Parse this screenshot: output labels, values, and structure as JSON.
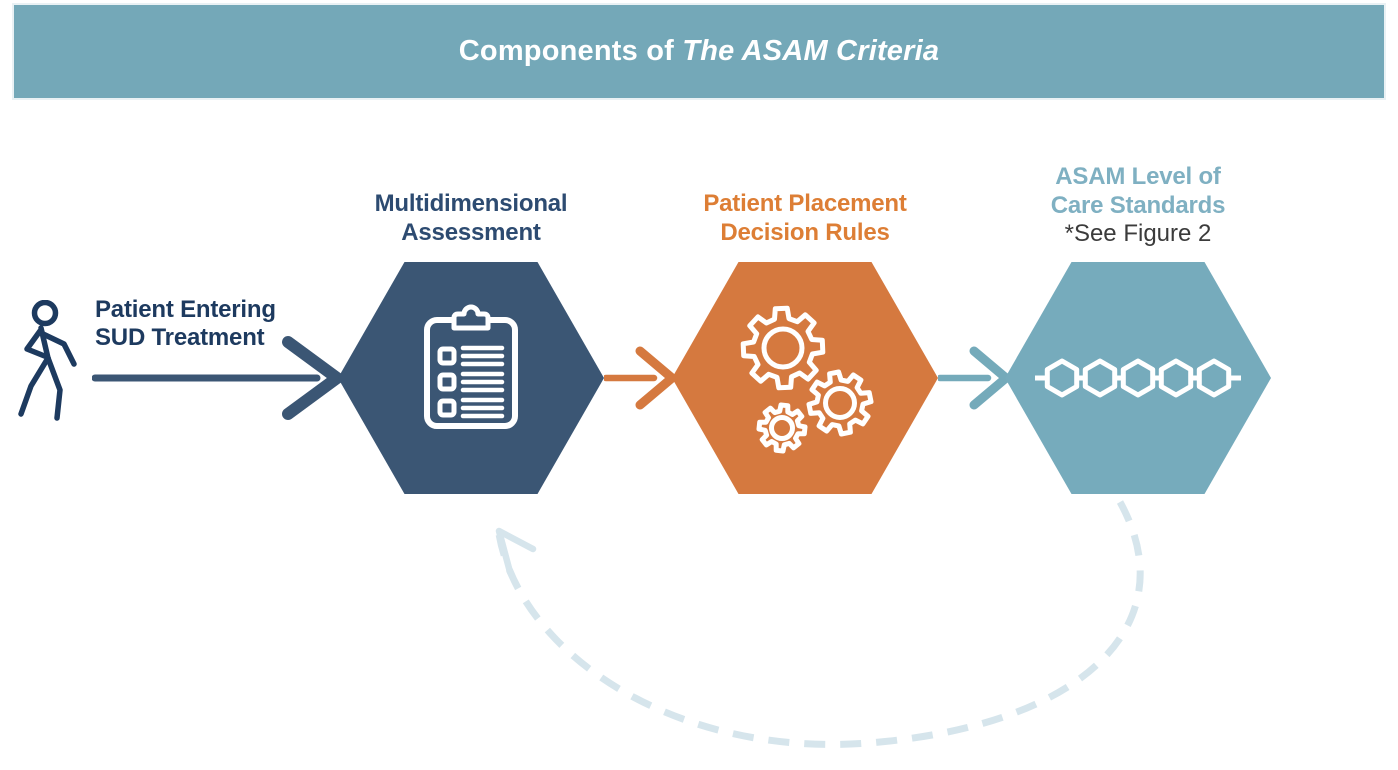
{
  "header": {
    "title_regular": "Components of ",
    "title_italic": "The ASAM Criteria",
    "bg_color": "#74A8B8",
    "text_color": "#FFFFFF"
  },
  "intro": {
    "label_line1": "Patient Entering",
    "label_line2": "SUD Treatment",
    "icon": "walking-person-icon",
    "text_color": "#1D3A5F"
  },
  "steps": [
    {
      "id": "multidimensional-assessment",
      "label_line1": "Multidimensional",
      "label_line2": "Assessment",
      "icon": "clipboard-checklist-icon",
      "hex_color": "#3B5674",
      "label_color": "#2D4B71"
    },
    {
      "id": "patient-placement-decision-rules",
      "label_line1": "Patient Placement",
      "label_line2": "Decision Rules",
      "icon": "gears-icon",
      "hex_color": "#D5793F",
      "label_color": "#DD7E35"
    },
    {
      "id": "asam-level-of-care-standards",
      "label_line1": "ASAM Level of",
      "label_line2": "Care Standards",
      "note": "*See Figure 2",
      "icon": "hexagon-chain-icon",
      "hex_color": "#76ABBC",
      "label_color": "#7FB0C2"
    }
  ],
  "flow_arrows": [
    {
      "name": "arrow-patient-to-assessment",
      "color": "#3B5674"
    },
    {
      "name": "arrow-assessment-to-decision-rules",
      "color": "#D5793F"
    },
    {
      "name": "arrow-decision-rules-to-care-standards",
      "color": "#74AABA"
    }
  ],
  "feedback_loop": {
    "name": "dashed-feedback-arrow",
    "color": "#D6E5EC"
  }
}
